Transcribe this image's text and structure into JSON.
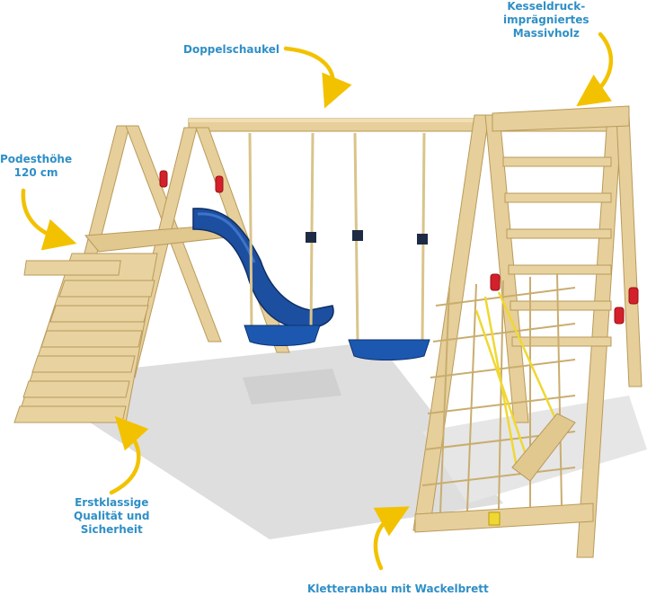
{
  "labels": {
    "double_swing": "Doppelschaukel",
    "wood_line1": "Kesseldruck-",
    "wood_line2": "imprägniertes",
    "wood_line3": "Massivholz",
    "height_line1": "Podesthöhe",
    "height_line2": "120 cm",
    "quality_line1": "Erstklassige",
    "quality_line2": "Qualität und",
    "quality_line3": "Sicherheit",
    "climbing": "Kletteranbau mit Wackelbrett"
  },
  "colors": {
    "label_text": "#2f8fc6",
    "arrow": "#f2c200",
    "wood": "#e6cf9a",
    "wood_dark": "#c9ad6f",
    "slide": "#1d4fa0",
    "swing_seat": "#1c58b0",
    "rope": "#d9c48a",
    "handle": "#d4202a",
    "net_yellow": "#f0d832",
    "shadow": "#dcdcdc"
  }
}
